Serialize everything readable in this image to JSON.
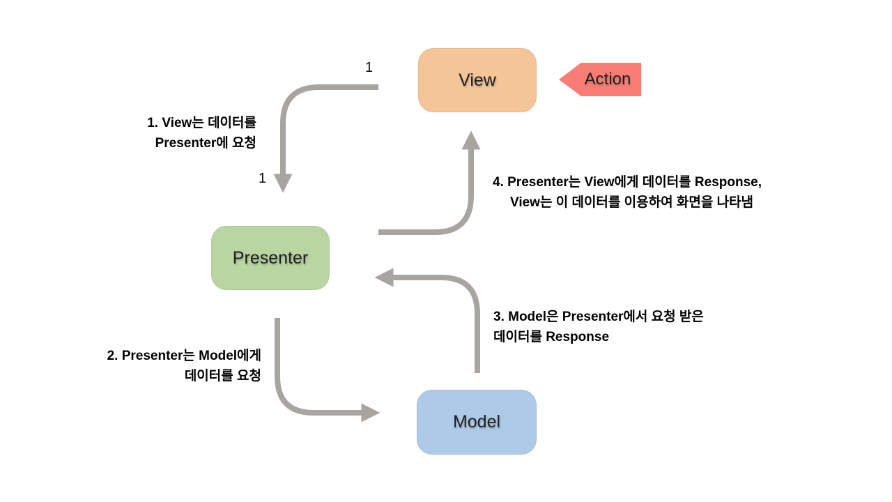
{
  "diagram": {
    "nodes": {
      "view": {
        "label": "View",
        "color": "#F4C599"
      },
      "presenter": {
        "label": "Presenter",
        "color": "#B9D5A2"
      },
      "model": {
        "label": "Model",
        "color": "#AECAE8"
      },
      "action": {
        "label": "Action",
        "color": "#F97D74"
      }
    },
    "annotations": {
      "step1": {
        "line1": "1. View는 데이터를",
        "line2": "Presenter에 요청"
      },
      "step2": {
        "line1": "2. Presenter는 Model에게",
        "line2": "데이터를 요청"
      },
      "step3": {
        "line1": "3. Model은 Presenter에서 요청 받은",
        "line2": "데이터를 Response"
      },
      "step4": {
        "line1": "4. Presenter는 View에게 데이터를 Response,",
        "line2": "View는 이 데이터를 이용하여 화면을 나타냄"
      }
    },
    "sequence_markers": {
      "arrow1_top": "1",
      "arrow1_bottom": "1"
    },
    "arrow_color": "#A8A4A0",
    "background_color": "#FFFFFF"
  }
}
